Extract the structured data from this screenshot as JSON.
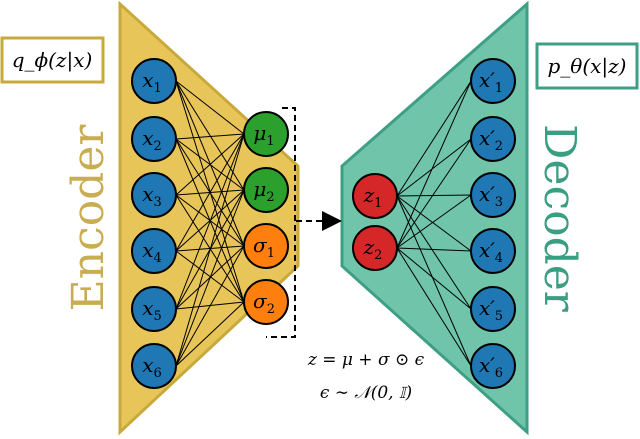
{
  "encoder": {
    "label": "Encoder",
    "distribution": "q_ϕ(z|x)",
    "fill": "#e8c559",
    "stroke": "#c8a93c",
    "text_color": "#c9ad52"
  },
  "decoder": {
    "label": "Decoder",
    "distribution": "p_θ(x|z)",
    "fill": "#6fc4aa",
    "stroke": "#3e9f84",
    "text_color": "#3a9e82"
  },
  "nodes": {
    "inputs": [
      {
        "base": "x",
        "sub": "1"
      },
      {
        "base": "x",
        "sub": "2"
      },
      {
        "base": "x",
        "sub": "3"
      },
      {
        "base": "x",
        "sub": "4"
      },
      {
        "base": "x",
        "sub": "5"
      },
      {
        "base": "x",
        "sub": "6"
      }
    ],
    "mu": [
      {
        "base": "μ",
        "sub": "1"
      },
      {
        "base": "μ",
        "sub": "2"
      }
    ],
    "sigma": [
      {
        "base": "σ",
        "sub": "1"
      },
      {
        "base": "σ",
        "sub": "2"
      }
    ],
    "latent": [
      {
        "base": "z",
        "sub": "1"
      },
      {
        "base": "z",
        "sub": "2"
      }
    ],
    "outputs": [
      {
        "base": "x′",
        "sub": "1"
      },
      {
        "base": "x′",
        "sub": "2"
      },
      {
        "base": "x′",
        "sub": "3"
      },
      {
        "base": "x′",
        "sub": "4"
      },
      {
        "base": "x′",
        "sub": "5"
      },
      {
        "base": "x′",
        "sub": "6"
      }
    ]
  },
  "colors": {
    "input_node": "#1f77b4",
    "mu_node": "#2ca02c",
    "sigma_node": "#ff7f0e",
    "latent_node": "#d62728",
    "output_node": "#1f77b4"
  },
  "equations": {
    "reparam": "z = μ + σ ⊙ ϵ",
    "noise": "ϵ ∼ 𝒩(0, 𝕀)"
  }
}
